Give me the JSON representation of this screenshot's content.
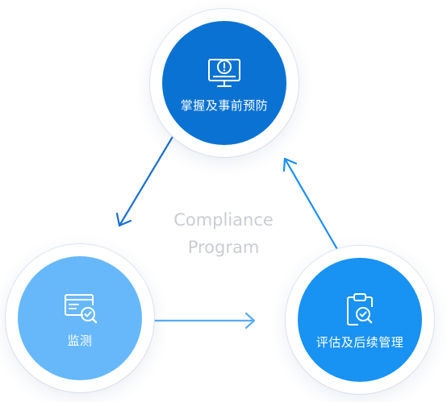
{
  "diagram": {
    "center_title": [
      "Compliance",
      "Program"
    ],
    "nodes": {
      "top": {
        "label": "掌握及事前预防",
        "icon": "monitor-alert-icon",
        "color": "#0a72d2"
      },
      "left": {
        "label": "监测",
        "icon": "screen-search-check-icon",
        "color": "#66b8fb"
      },
      "right": {
        "label": "评估及后续管理",
        "icon": "clipboard-search-check-icon",
        "color": "#1892f3"
      }
    },
    "arrows": [
      {
        "from": "掌握及事前预防",
        "to": "监测",
        "color": "#1a6fcf"
      },
      {
        "from": "监测",
        "to": "评估及后续管理",
        "color": "#5aaaf7"
      },
      {
        "from": "评估及后续管理",
        "to": "掌握及事前预防",
        "color": "#1a8ff0"
      }
    ]
  }
}
